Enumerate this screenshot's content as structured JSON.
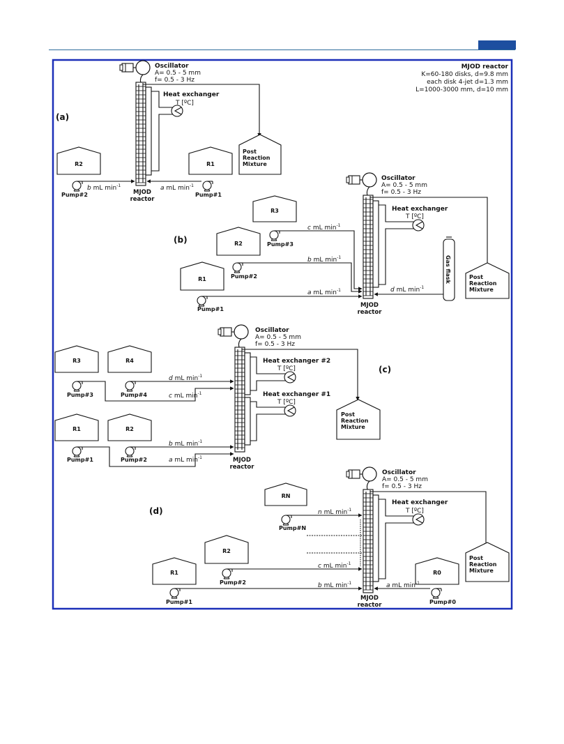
{
  "colors": {
    "frame": "#1b2fb8",
    "header_rule": "#2c6a9a",
    "header_tab": "#1d4fa0",
    "line": "#111111"
  },
  "mjod_spec": {
    "title": "MJOD reactor",
    "line1": "K=60-180 disks, d=9.8 mm",
    "line2": "each disk 4-jet d=1.3 mm",
    "line3": "L=1000-3000 mm, d=10 mm"
  },
  "common": {
    "oscillator": "Oscillator",
    "amp": "A= 0.5 - 5 mm",
    "freq": "f= 0.5 - 3 Hz",
    "heat_exchanger": "Heat exchanger",
    "temp": "T [ºC]",
    "reactor_l1": "MJOD",
    "reactor_l2": "reactor",
    "post1": "Post",
    "post2": "Reaction",
    "post3": "Mixture",
    "ml": "mL min",
    "sup": "-1"
  },
  "panel_a": {
    "label": "(a)",
    "r2": "R2",
    "r1": "R1",
    "pump2": "Pump#2",
    "pump1": "Pump#1",
    "flow_b": "b",
    "flow_a": "a"
  },
  "panel_b": {
    "label": "(b)",
    "r3": "R3",
    "r2": "R2",
    "r1": "R1",
    "pump3": "Pump#3",
    "pump2": "Pump#2",
    "pump1": "Pump#1",
    "flow_c": "c",
    "flow_b": "b",
    "flow_a": "a",
    "flow_d": "d",
    "gas_flask": "Gas flask"
  },
  "panel_c": {
    "label": "(c)",
    "r3": "R3",
    "r4": "R4",
    "r1": "R1",
    "r2": "R2",
    "pump3": "Pump#3",
    "pump4": "Pump#4",
    "pump1": "Pump#1",
    "pump2": "Pump#2",
    "flow_d": "d",
    "flow_c": "c",
    "flow_b": "b",
    "flow_a": "a",
    "hx2": "Heat exchanger #2",
    "hx1": "Heat exchanger #1"
  },
  "panel_d": {
    "label": "(d)",
    "rn": "RN",
    "r2": "R2",
    "r1": "R1",
    "r0": "R0",
    "pumpn": "Pump#N",
    "pump2": "Pump#2",
    "pump1": "Pump#1",
    "pump0": "Pump#0",
    "flow_n": "n",
    "flow_c": "c",
    "flow_b": "b",
    "flow_a": "a"
  }
}
